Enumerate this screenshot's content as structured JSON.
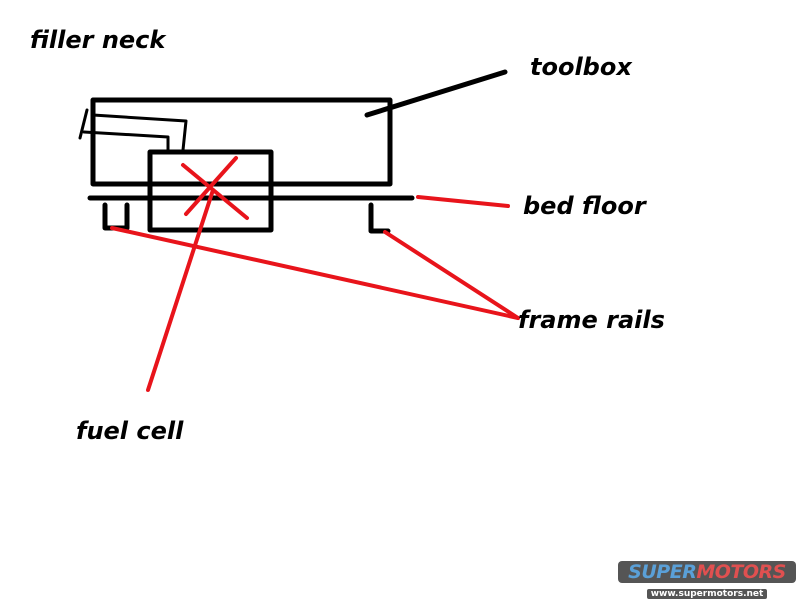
{
  "labels": {
    "filler_neck": "filler neck",
    "toolbox": "toolbox",
    "bed_floor": "bed floor",
    "frame_rails": "frame rails",
    "fuel_cell": "fuel cell"
  },
  "watermark": {
    "brand_part1": "SUPER",
    "brand_part2": "MOTORS",
    "url": "www.supermotors.net"
  },
  "colors": {
    "ink": "#000000",
    "annotation": "#e8141b"
  }
}
